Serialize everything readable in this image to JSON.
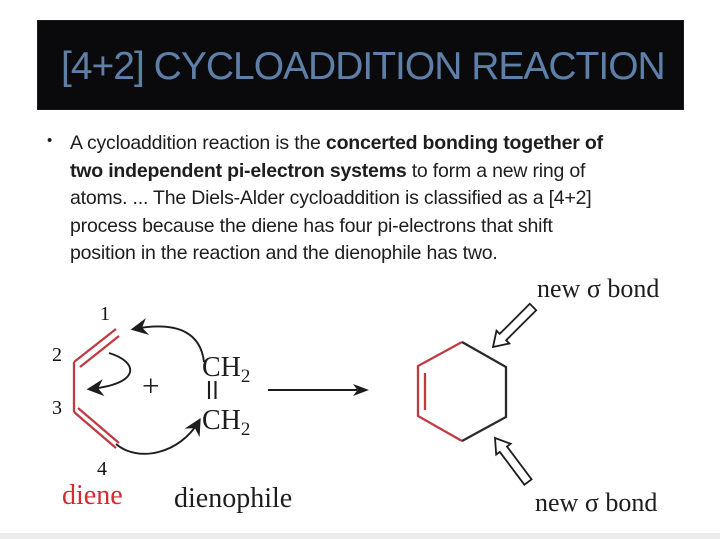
{
  "header": {
    "title": "[4+2] CYCLOADDITION REACTION"
  },
  "paragraph": {
    "bullet": "•",
    "l1a": "A cycloaddition reaction is the ",
    "l1b": "concerted bonding together of",
    "l2a": "two independent pi-electron systems",
    "l2b": " to form a new ring of",
    "l3": "atoms. ... The Diels-Alder cycloaddition is classified as a [4+2]",
    "l4": "process because the diene has four pi-electrons that shift",
    "l5": "position in the reaction and the dienophile has two."
  },
  "diagram": {
    "numbers": [
      "1",
      "2",
      "3",
      "4"
    ],
    "plus": "+",
    "ethylene": {
      "ch": "CH",
      "sub": "2"
    },
    "labels": {
      "diene": "diene",
      "dienophile": "dienophile",
      "new_sigma_top": "new σ bond",
      "new_sigma_bottom": "new σ bond"
    },
    "colors": {
      "banner_black": "#0a0a0d",
      "title_blue": "#5e80a8",
      "bond_red": "#c03a44",
      "label_red": "#d22b30",
      "ink_black": "#1d1d1d"
    }
  }
}
